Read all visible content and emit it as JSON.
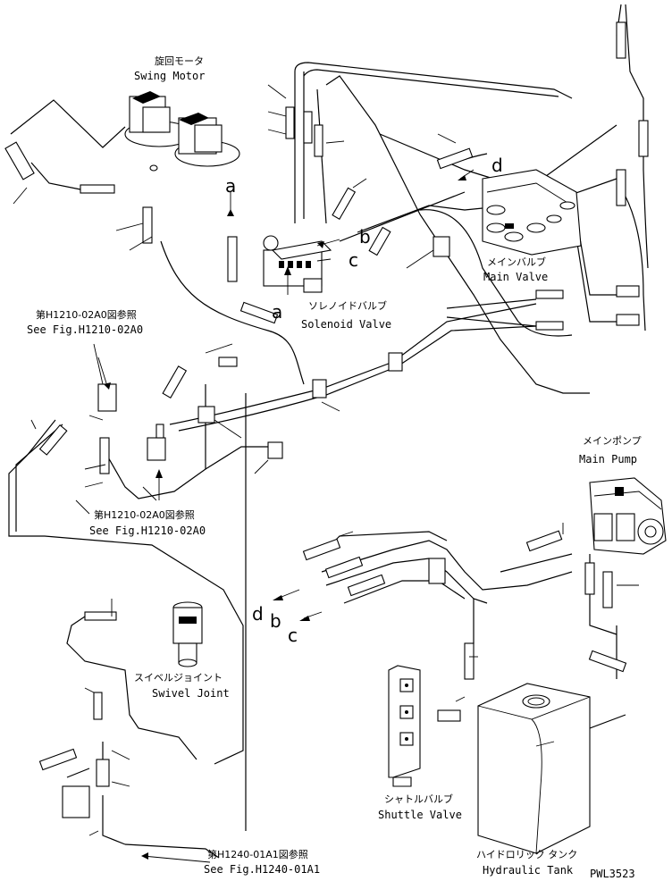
{
  "labels": {
    "swing_motor_jp": "旋回モータ",
    "swing_motor_en": "Swing Motor",
    "solenoid_valve_jp": "ソレノイドバルブ",
    "solenoid_valve_en": "Solenoid Valve",
    "main_valve_jp": "メインバルブ",
    "main_valve_en": "Main Valve",
    "main_pump_jp": "メインポンプ",
    "main_pump_en": "Main Pump",
    "swivel_joint_jp": "スイベルジョイント",
    "swivel_joint_en": "Swivel Joint",
    "shuttle_valve_jp": "シャトルバルブ",
    "shuttle_valve_en": "Shuttle Valve",
    "hydraulic_tank_jp": "ハイドロリック タンク",
    "hydraulic_tank_en": "Hydraulic Tank",
    "ref1_jp": "第H1210-02A0図参照",
    "ref1_en": "See Fig.H1210-02A0",
    "ref2_jp": "第H1210-02A0図参照",
    "ref2_en": "See Fig.H1210-02A0",
    "ref3_jp": "第H1240-01A1図参照",
    "ref3_en": "See Fig.H1240-01A1",
    "drawing_no": "PWL3523"
  },
  "connection_letters": {
    "a_top": "a",
    "a_mid": "a",
    "b_top": "b",
    "c_top": "c",
    "d_top": "d",
    "d_bottom": "d",
    "b_bottom": "b",
    "c_bottom": "c"
  }
}
